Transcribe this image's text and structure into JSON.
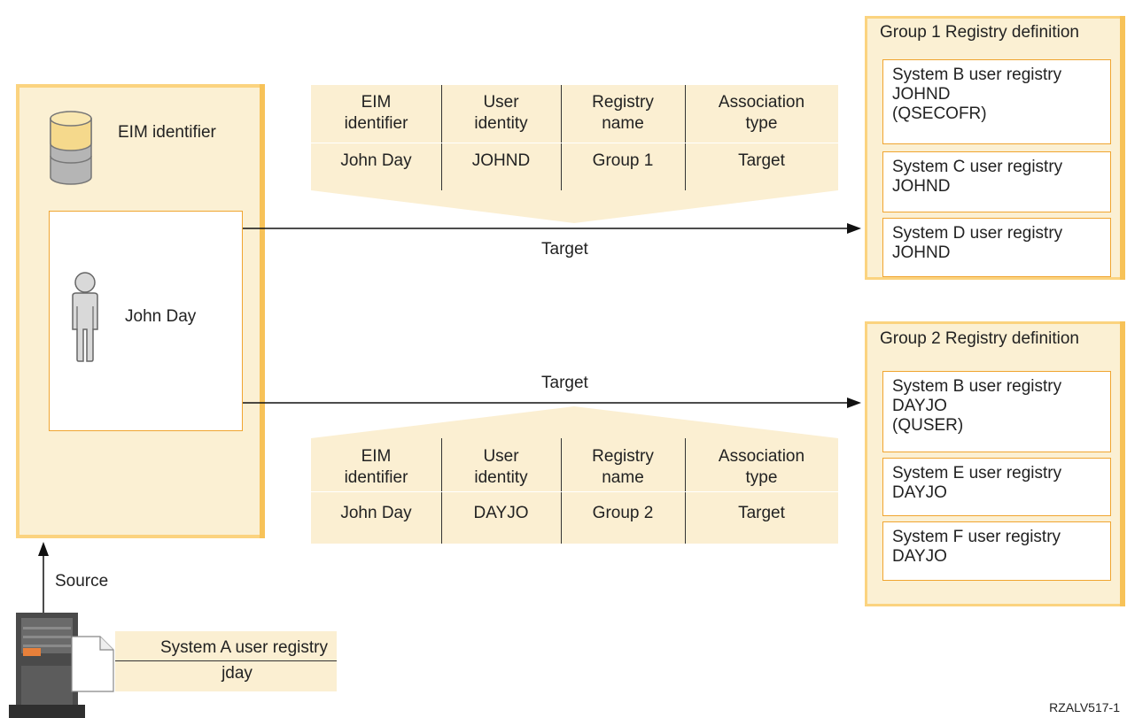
{
  "eim_panel": {
    "title": "EIM identifier",
    "person_name": "John Day",
    "source_label": "Source"
  },
  "table_top": {
    "headers": [
      "EIM identifier",
      "User identity",
      "Registry name",
      "Association type"
    ],
    "row": [
      "John Day",
      "JOHND",
      "Group 1",
      "Target"
    ]
  },
  "table_bottom": {
    "headers": [
      "EIM identifier",
      "User identity",
      "Registry name",
      "Association type"
    ],
    "row": [
      "John Day",
      "DAYJO",
      "Group 2",
      "Target"
    ]
  },
  "arrows": {
    "top_label": "Target",
    "bottom_label": "Target"
  },
  "group1": {
    "title": "Group 1 Registry definition",
    "registries": [
      {
        "system": "System B user registry",
        "user": "JOHND",
        "note": "(QSECOFR)"
      },
      {
        "system": "System C user registry",
        "user": "JOHND"
      },
      {
        "system": "System D user registry",
        "user": "JOHND"
      }
    ]
  },
  "group2": {
    "title": "Group 2 Registry definition",
    "registries": [
      {
        "system": "System B user registry",
        "user": "DAYJO",
        "note": "(QUSER)"
      },
      {
        "system": "System E user registry",
        "user": "DAYJO"
      },
      {
        "system": "System F user registry",
        "user": "DAYJO"
      }
    ]
  },
  "system_a": {
    "registry": "System A user registry",
    "user": "jday"
  },
  "figure_id": "RZALV517-1",
  "colors": {
    "panel_fill": "#fbf0d3",
    "panel_border": "#fbd37f",
    "box_border": "#f0a530",
    "line": "#111111"
  },
  "icons": [
    "database-icon",
    "person-icon",
    "server-icon",
    "document-icon"
  ]
}
